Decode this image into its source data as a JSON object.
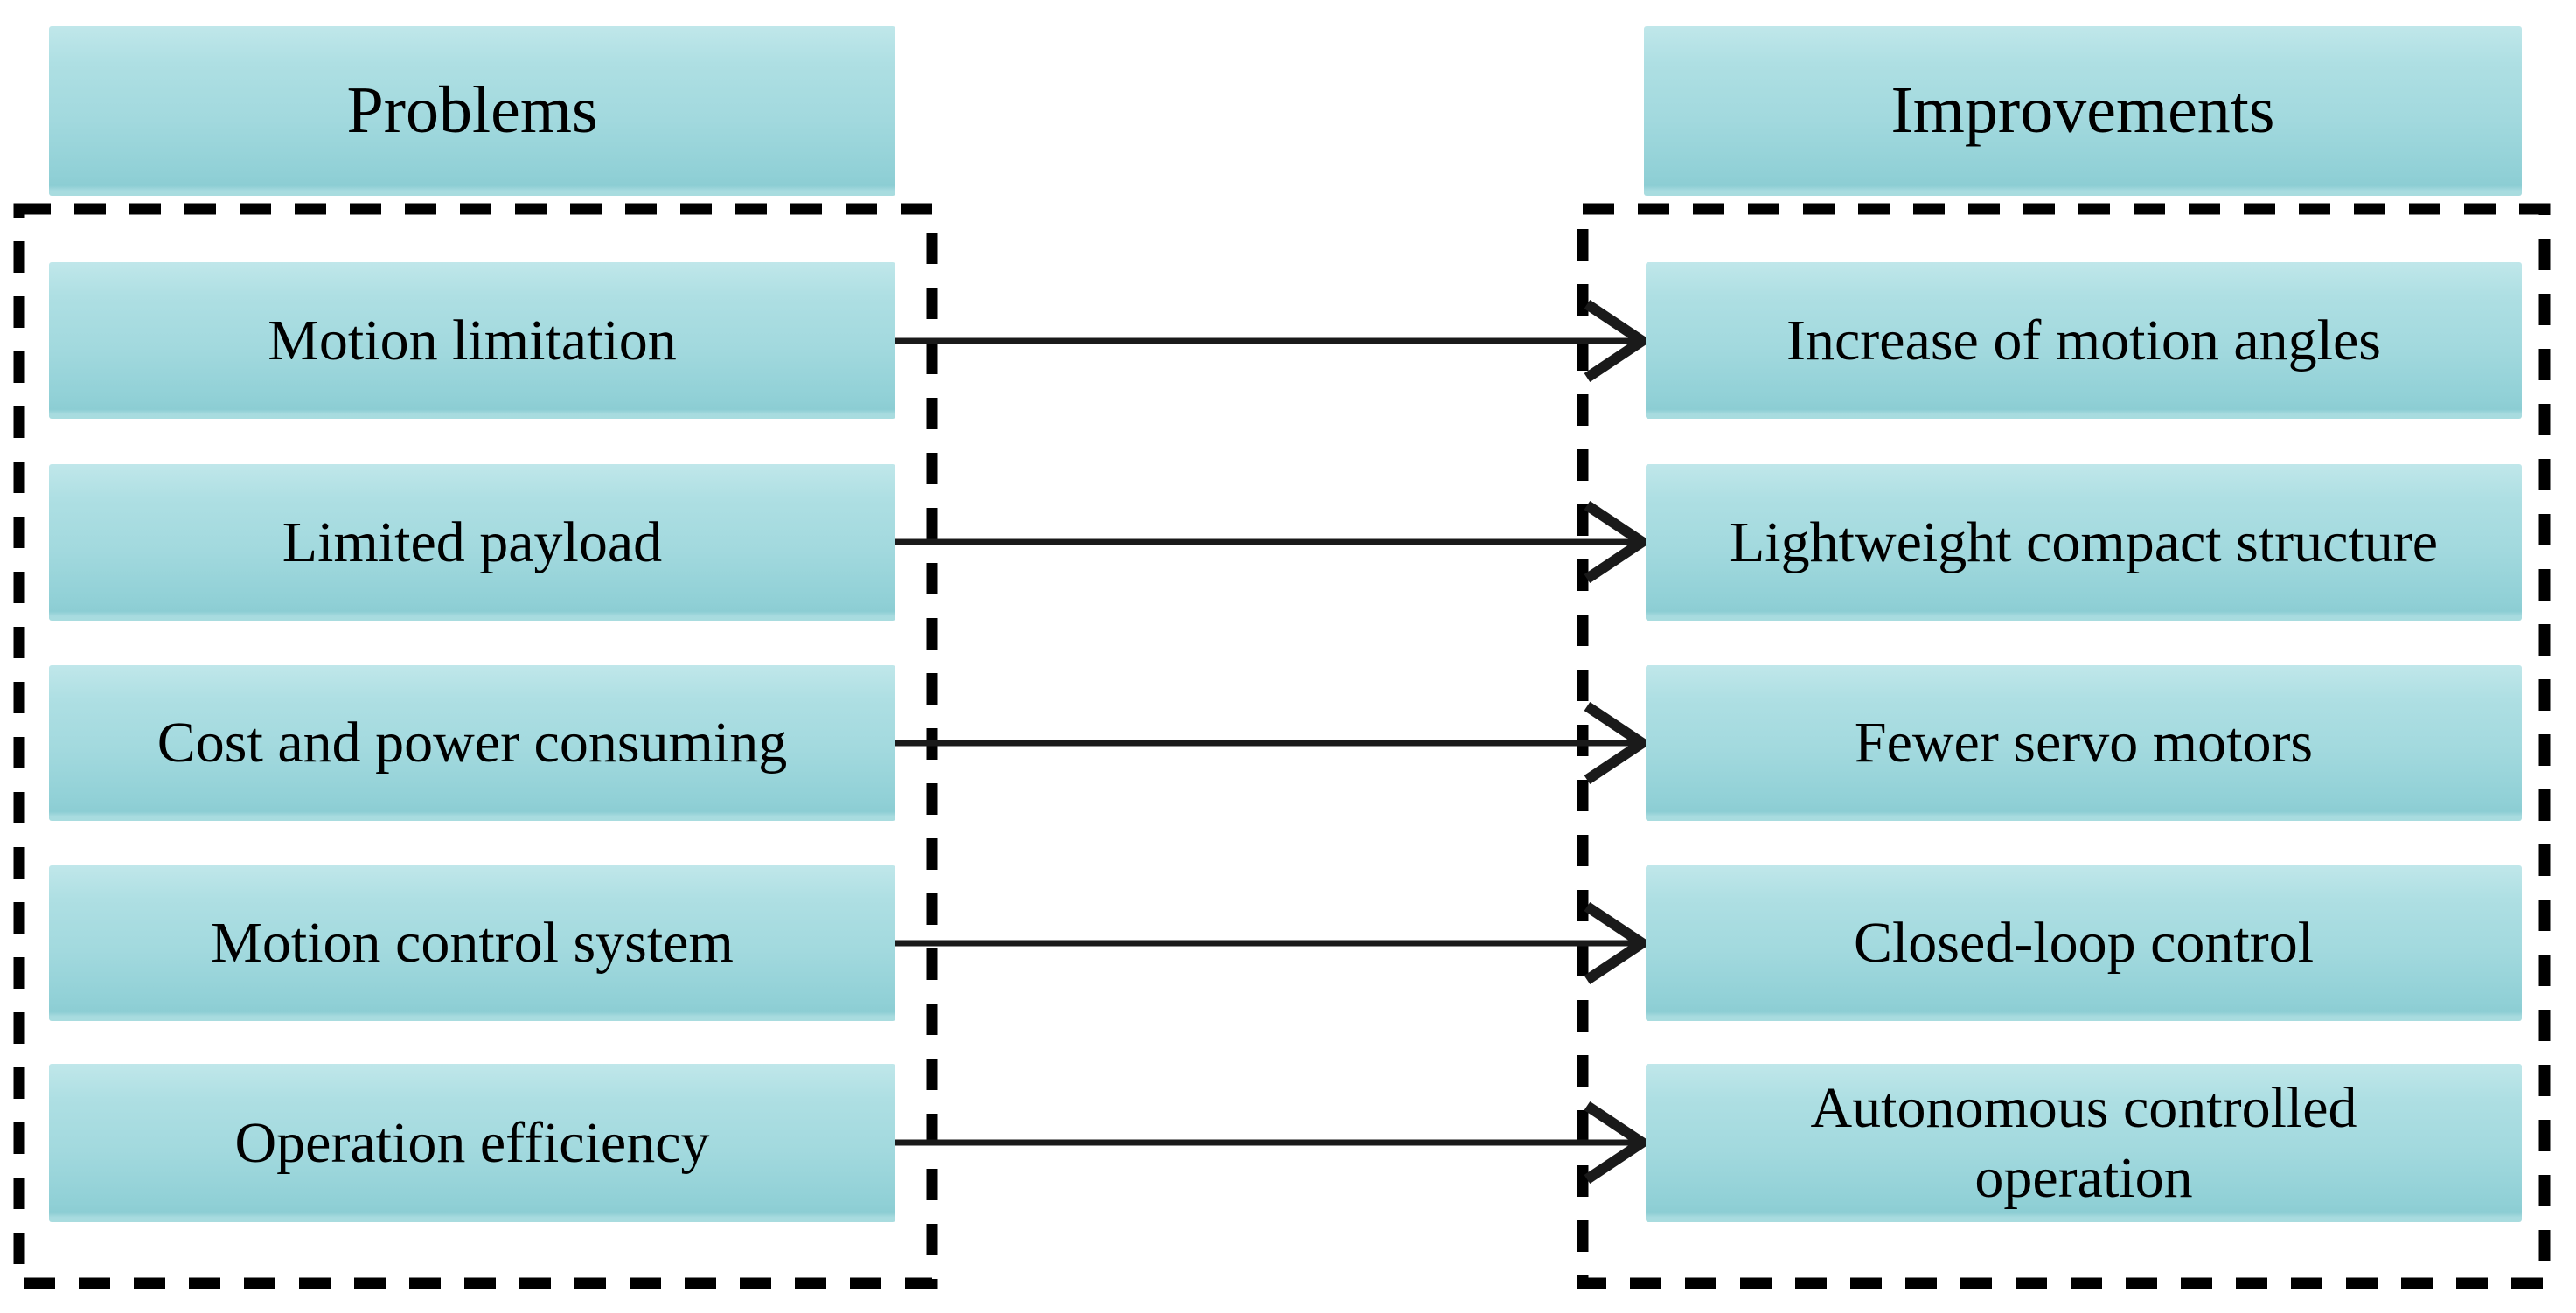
{
  "diagram": {
    "headers": {
      "problems": "Problems",
      "improvements": "Improvements"
    },
    "rows": [
      {
        "problem": "Motion limitation",
        "improvement": "Increase of motion angles"
      },
      {
        "problem": "Limited payload",
        "improvement": "Lightweight compact structure"
      },
      {
        "problem": "Cost and power consuming",
        "improvement": "Fewer servo motors"
      },
      {
        "problem": "Motion control system",
        "improvement": "Closed-loop control"
      },
      {
        "problem": "Operation efficiency",
        "improvement": "Autonomous controlled operation"
      }
    ],
    "colors": {
      "box_fill_top": "#c0e7ea",
      "box_fill_bottom": "#8ccdd3",
      "frame_and_arrows": "#000000",
      "text": "#000000",
      "background": "#ffffff"
    }
  }
}
